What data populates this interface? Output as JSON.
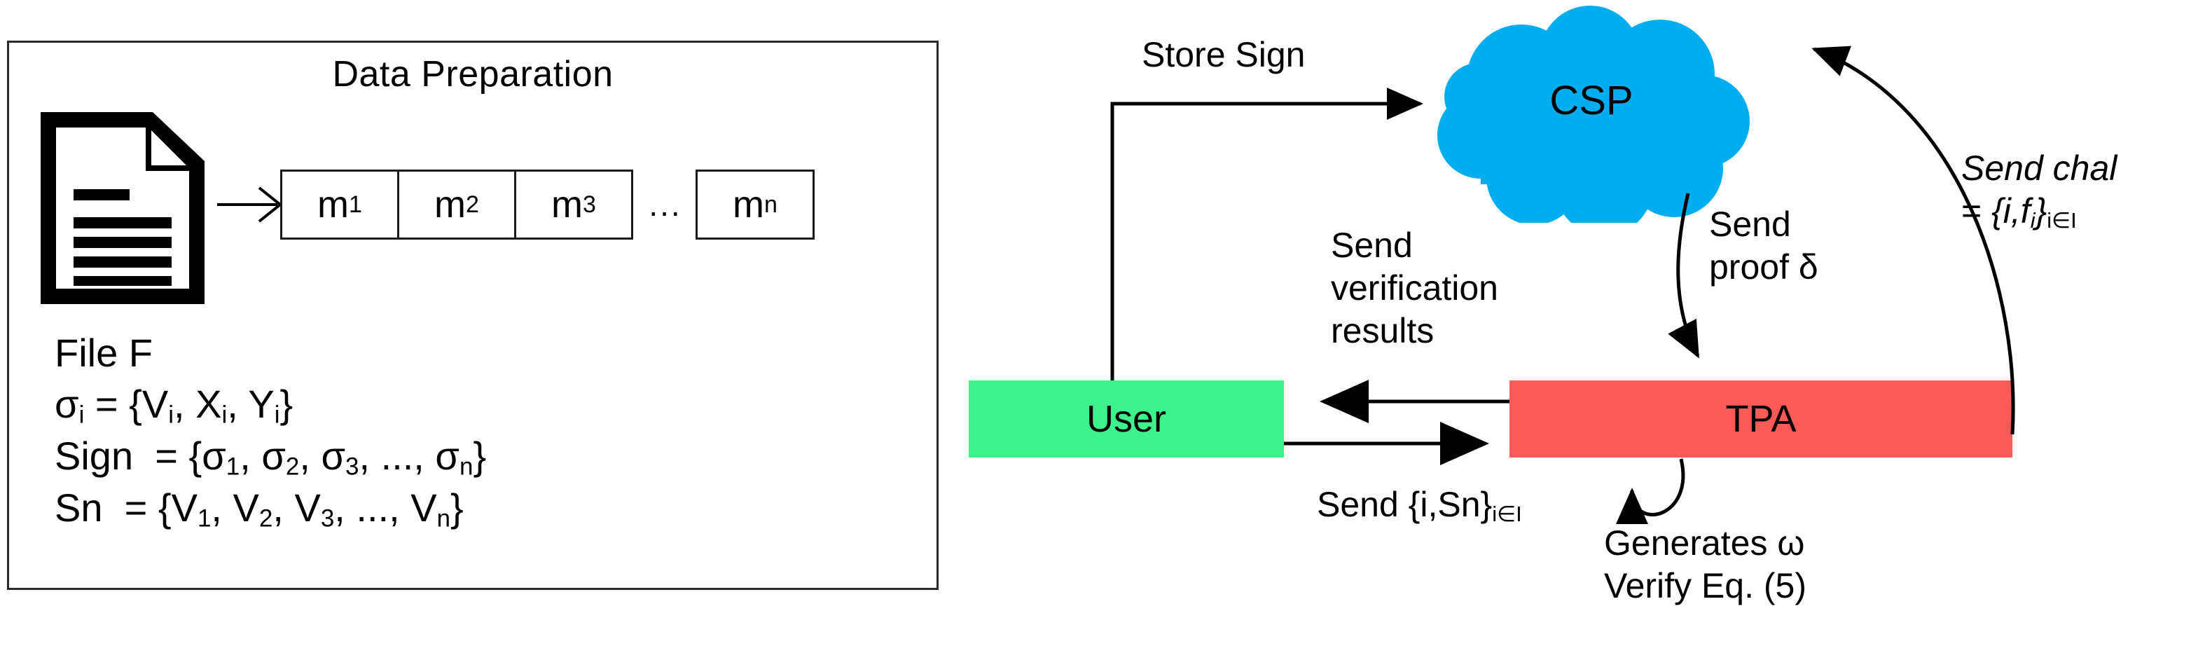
{
  "left_panel": {
    "title": "Data Preparation",
    "doc_icon": "document-icon",
    "arrow_icon": "right-arrow-icon",
    "blocks": [
      "m1",
      "m2",
      "m3",
      "...",
      "mn"
    ],
    "block_labels": [
      {
        "base": "m",
        "sub": "1"
      },
      {
        "base": "m",
        "sub": "2"
      },
      {
        "base": "m",
        "sub": "3"
      },
      {
        "base": "m",
        "sub": "n"
      }
    ],
    "ellipsis": "...",
    "formulas": [
      "File F",
      "σi = {Vi, Xi, Yi}",
      "Sign  = {σ1, σ2, σ3, ..., σn}",
      "Sn  = {V1, V2, V3, ..., Vn}"
    ]
  },
  "flow": {
    "nodes": {
      "csp": "CSP",
      "user": "User",
      "tpa": "TPA"
    },
    "colors": {
      "csp_cloud": "#00ADEF",
      "user_box": "#3DF28A",
      "tpa_box": "#FC5A57",
      "line": "#000000",
      "panel_border": "#2a2a2a"
    },
    "labels": {
      "store_sign": "Store Sign",
      "send_verification_results": "Send\nverification\nresults",
      "send_proof": "Send\nproof δ",
      "send_chal_line1": "Send chal",
      "send_chal_line2": "= {i,fi}i∈I",
      "send_i_sn": "Send {i,Sn}i∈I",
      "generates_line1": "Generates ω",
      "generates_line2": "Verify Eq. (5)"
    }
  }
}
